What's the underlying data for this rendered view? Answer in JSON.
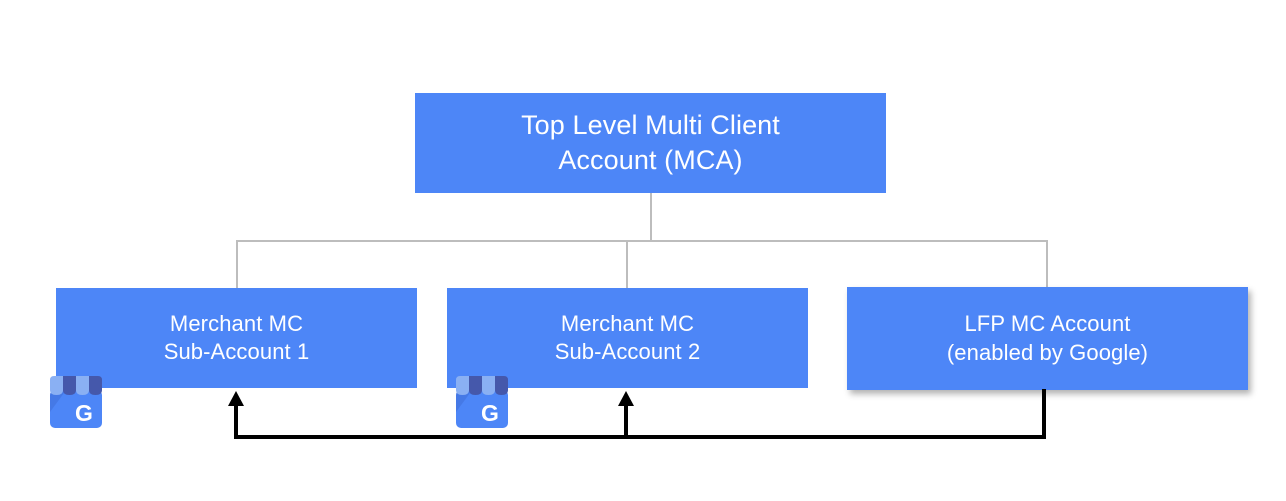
{
  "diagram": {
    "title": "Merchant Center multi-client account hierarchy",
    "colors": {
      "node_fill": "#4d86f7",
      "node_text": "#ffffff",
      "tree_connector": "#bdbdbd",
      "feedback_arrow": "#000000",
      "background": "#ffffff",
      "gbp_awning_light": "#8ab0f3",
      "gbp_awning_dark": "#4558ab",
      "gbp_body": "#4d86f7"
    },
    "nodes": [
      {
        "id": "root",
        "label": "Top Level Multi Client\nAccount (MCA)",
        "line1": "Top Level Multi Client",
        "line2": "Account (MCA)"
      },
      {
        "id": "sub1",
        "label": "Merchant MC\nSub-Account 1",
        "line1": "Merchant MC",
        "line2": "Sub-Account 1",
        "icon": "google-business-profile-icon"
      },
      {
        "id": "sub2",
        "label": "Merchant MC\nSub-Account 2",
        "line1": "Merchant MC",
        "line2": "Sub-Account 2",
        "icon": "google-business-profile-icon"
      },
      {
        "id": "lfp",
        "label": "LFP MC Account\n(enabled by Google)",
        "line1": "LFP MC Account",
        "line2": "(enabled by Google)"
      }
    ],
    "connectors": [
      {
        "id": "root-to-children",
        "style": "tree",
        "color": "#bdbdbd",
        "from": "root",
        "to": [
          "sub1",
          "sub2",
          "lfp"
        ]
      },
      {
        "id": "lfp-to-subaccounts",
        "style": "arrow",
        "color": "#000000",
        "from": "lfp",
        "to": [
          "sub1",
          "sub2"
        ],
        "arrowheads": 2
      }
    ]
  }
}
